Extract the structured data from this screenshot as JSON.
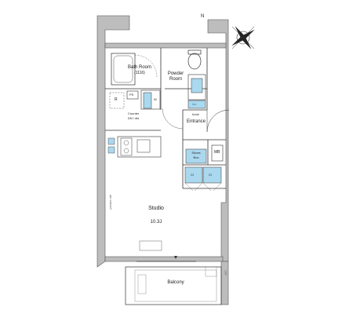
{
  "title": "",
  "rooms": {
    "bath_room": "Bath Room",
    "bath_size": "(1116)",
    "powder_room_1": "Powder",
    "powder_room_2": "Room",
    "entrance": "Entrance",
    "studio": "Studio",
    "studio_size": "10.3J",
    "balcony": "Balcony"
  },
  "fixtures": {
    "refrigerator": "R",
    "pipe_space": "PS",
    "washer": "W",
    "linen": "Lin",
    "hook": "hook",
    "counter_1": "Counter",
    "counter_2": "DN / dis",
    "meter_box": "MB",
    "shoes_box_1": "Shoes",
    "shoes_box_2": "Box",
    "closet_left": "Cl",
    "closet_right": "Cl",
    "wall_side_note": "picture rail",
    "balcony_side_note": "A/C"
  },
  "colors": {
    "wall": "#bdbdbd",
    "wall_outline": "#555555",
    "fixture_blue": "#aad8ee",
    "line": "#333333"
  },
  "compass": {
    "label": "N"
  }
}
